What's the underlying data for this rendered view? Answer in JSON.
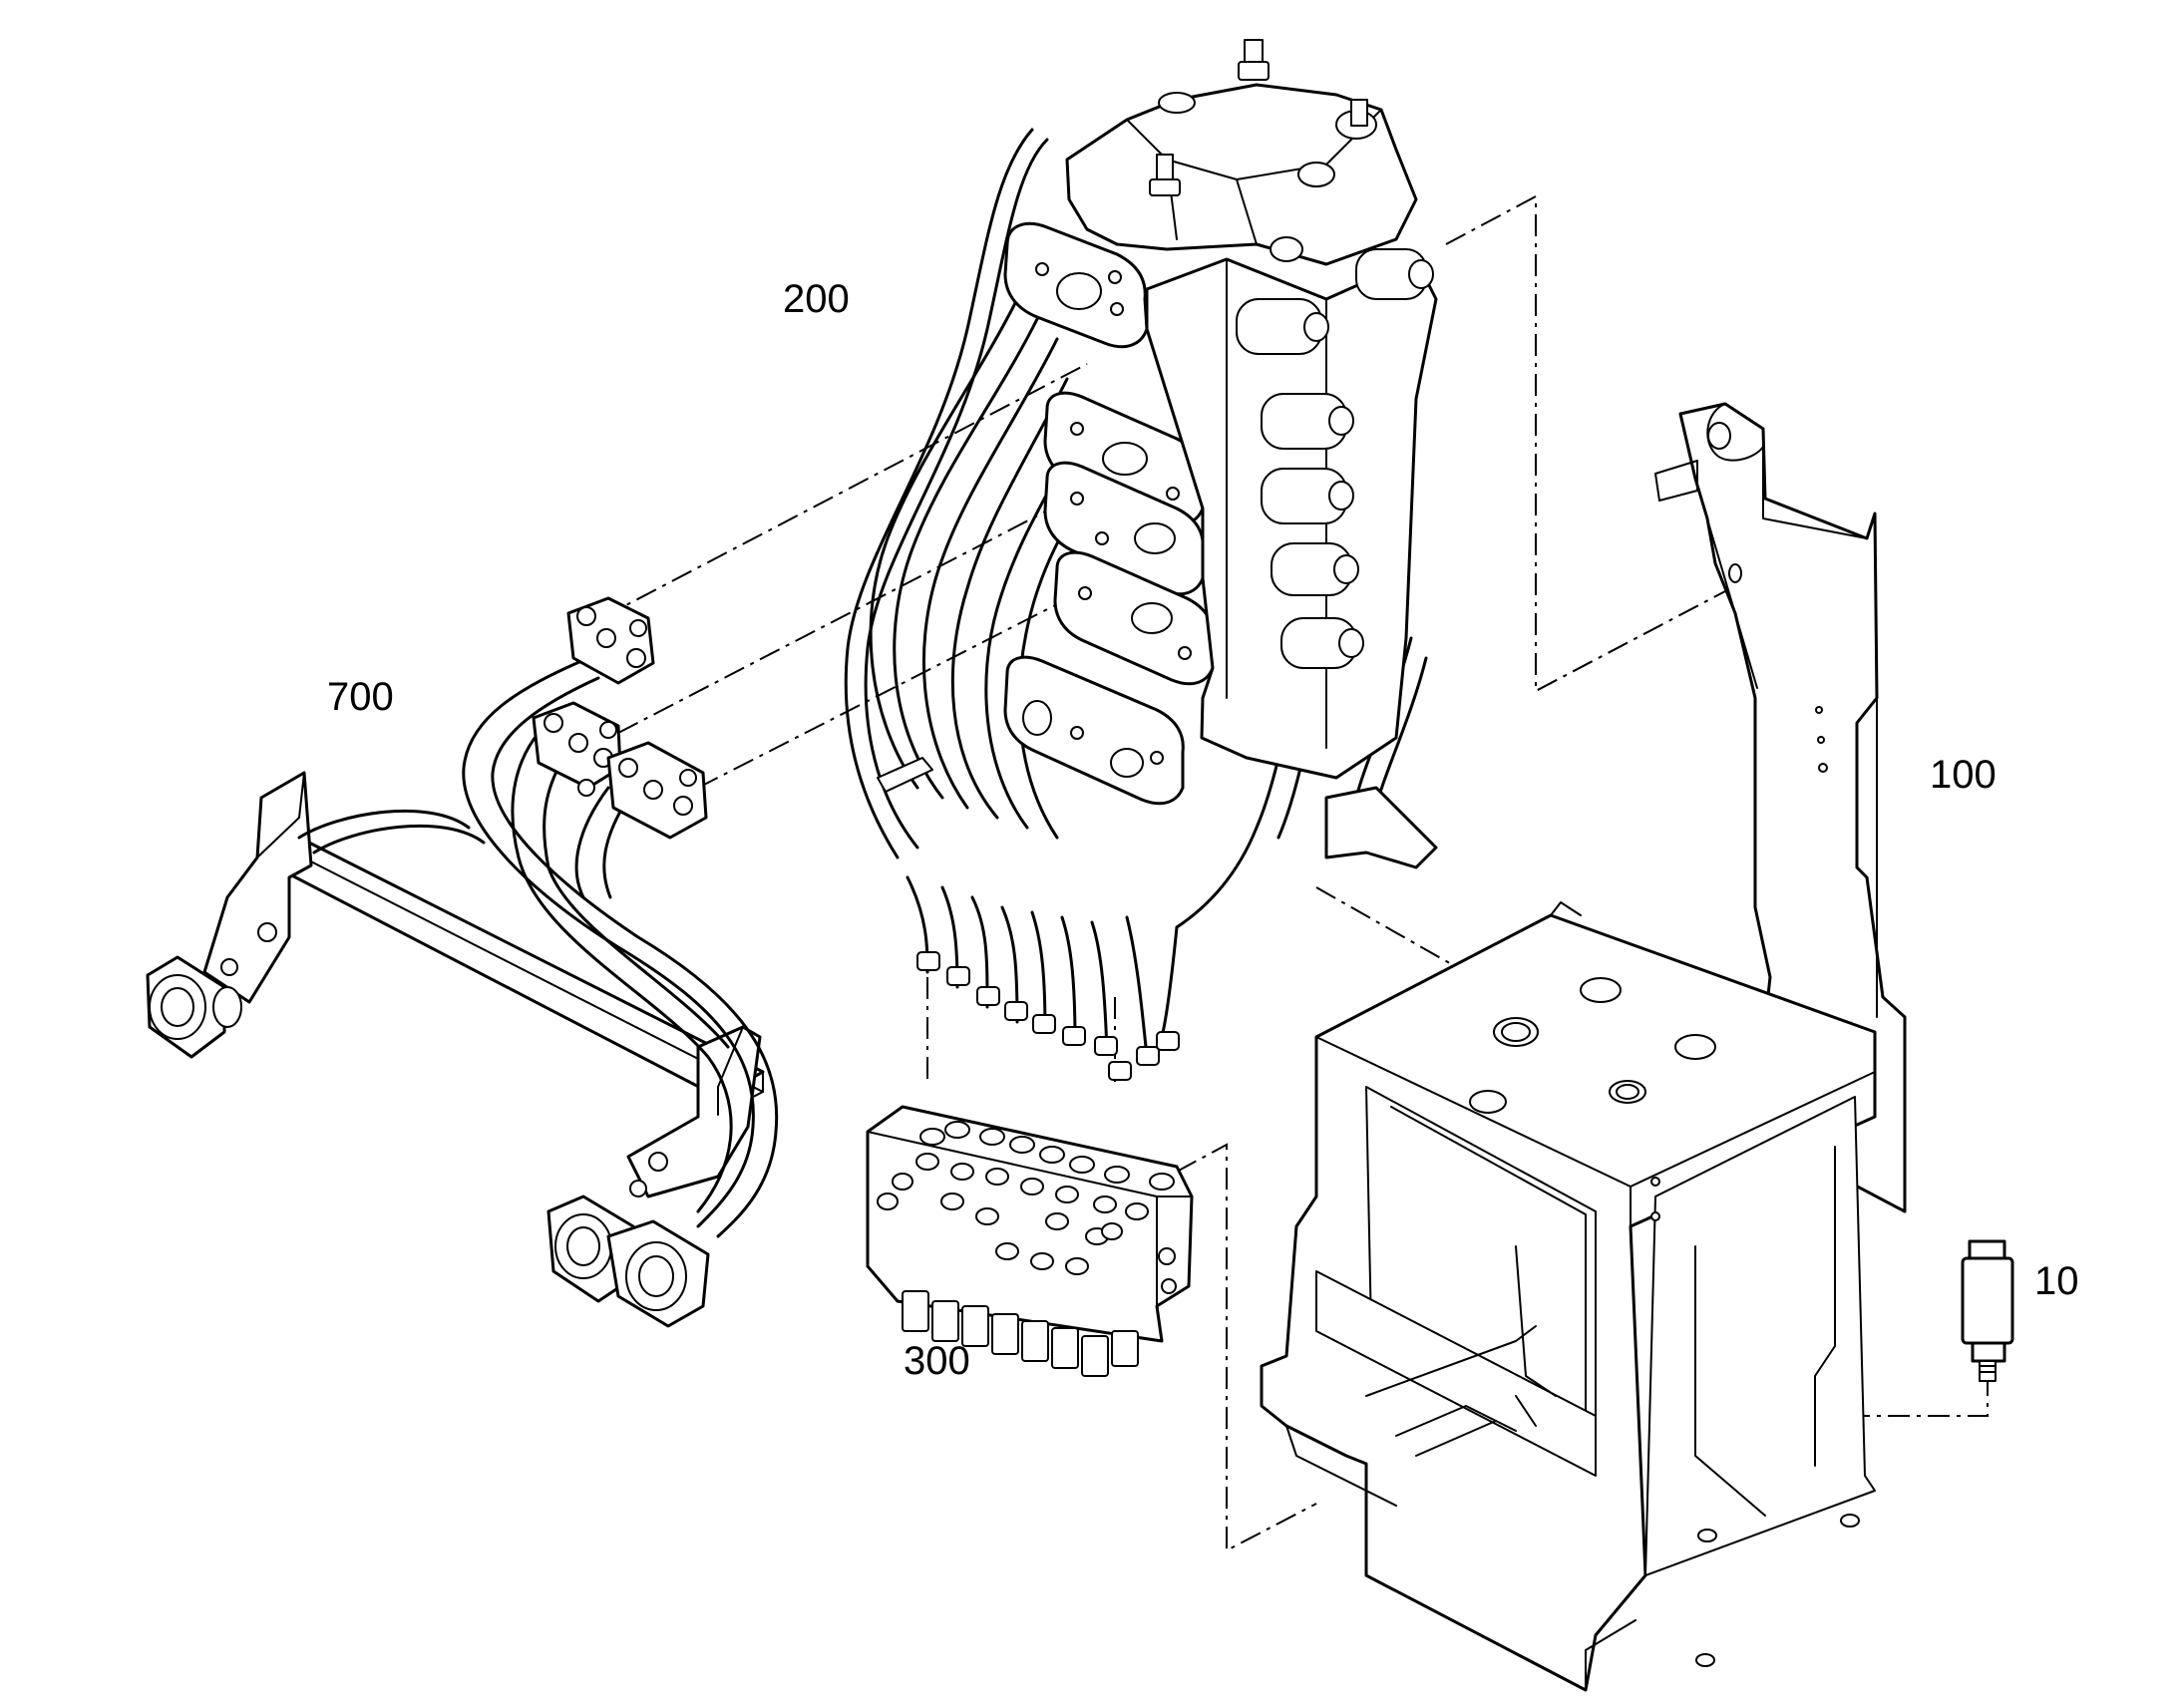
{
  "labels": {
    "item_200": "200",
    "item_700": "700",
    "item_100": "100",
    "item_300": "300",
    "item_10": "10"
  }
}
